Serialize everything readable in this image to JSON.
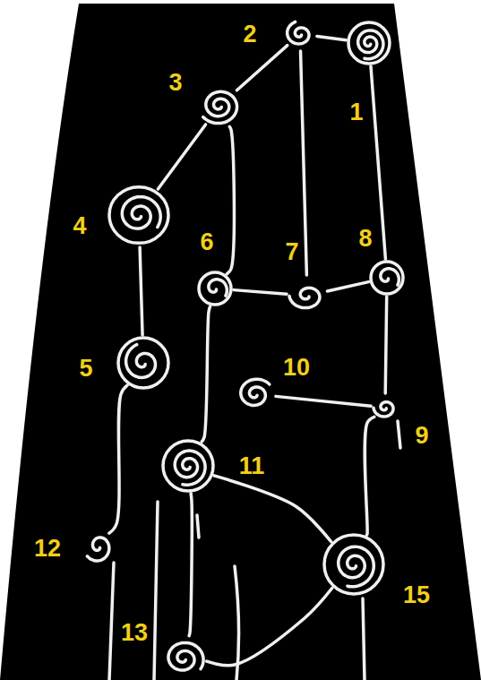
{
  "diagram": {
    "nodes": [
      {
        "text": [
          "1"
        ]
      },
      {
        "text": [
          "2"
        ]
      },
      {
        "text": [
          "3"
        ]
      },
      {
        "text": [
          "4"
        ]
      },
      {
        "text": [
          "5"
        ]
      },
      {
        "text": [
          "6"
        ]
      },
      {
        "text": [
          "7"
        ]
      },
      {
        "text": [
          "8"
        ]
      },
      {
        "text": [
          "9"
        ]
      },
      {
        "text": [
          "10"
        ]
      },
      {
        "text": [
          "11"
        ]
      },
      {
        "text": [
          "12"
        ]
      },
      {
        "text": [
          "13"
        ]
      },
      {
        "text": [
          "15"
        ]
      }
    ],
    "edges": [
      {
        "from": 1,
        "to": 0,
        "arrow": "none"
      },
      {
        "from": 1,
        "to": 2,
        "arrow": "none"
      },
      {
        "from": 1,
        "to": 6,
        "arrow": "none"
      },
      {
        "from": 0,
        "to": 7,
        "arrow": "none"
      },
      {
        "from": 2,
        "to": 3,
        "arrow": "none"
      },
      {
        "from": 2,
        "to": 5,
        "arrow": "none"
      },
      {
        "from": 3,
        "to": 4,
        "arrow": "none"
      },
      {
        "from": 5,
        "to": 6,
        "arrow": "none"
      },
      {
        "from": 6,
        "to": 7,
        "arrow": "none"
      },
      {
        "from": 7,
        "to": 8,
        "arrow": "none"
      },
      {
        "from": 9,
        "to": 8,
        "arrow": "none"
      },
      {
        "from": 5,
        "to": 10,
        "arrow": "none"
      },
      {
        "from": 10,
        "to": 13,
        "arrow": "none"
      },
      {
        "from": 8,
        "to": 13,
        "arrow": "none"
      },
      {
        "from": 4,
        "to": 11,
        "arrow": "none"
      },
      {
        "from": 10,
        "to": 12,
        "arrow": "none"
      },
      {
        "from": 13,
        "to": 12,
        "arrow": "none"
      }
    ]
  }
}
